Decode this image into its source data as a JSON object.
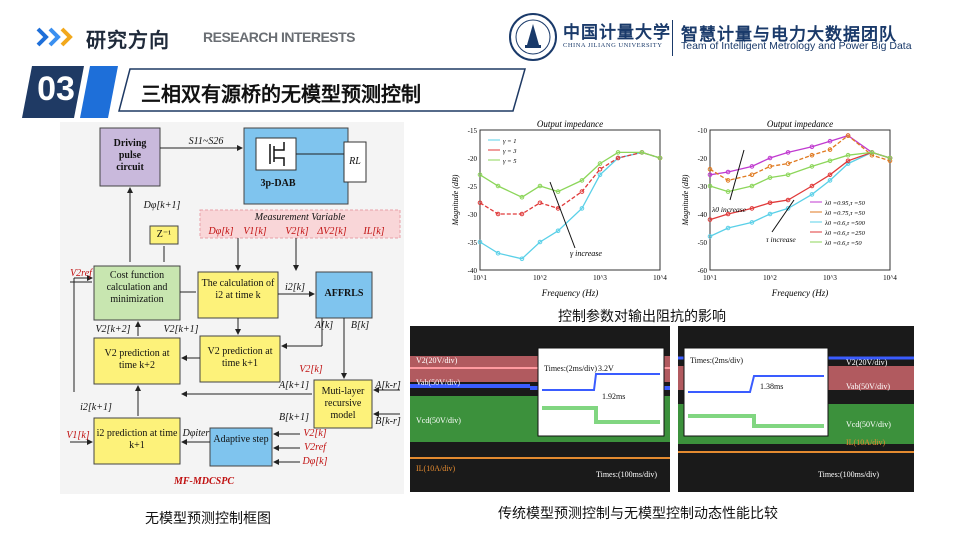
{
  "header": {
    "title": "研究方向",
    "subtitle": "RESEARCH INTERESTS",
    "chevrons": "»",
    "university_cn": "中国计量大学",
    "university_en": "CHINA JILIANG UNIVERSITY",
    "team_cn": "智慧计量与电力大数据团队",
    "team_en": "Team of Intelligent Metrology and Power Big Data"
  },
  "section": {
    "number": "03",
    "title": "三相双有源桥的无模型预测控制"
  },
  "colors": {
    "accent_blue": "#1e6fd9",
    "navy": "#1f3a64",
    "block_purple": "#c9b9dc",
    "block_green": "#c8e6b0",
    "block_yellow": "#fdf27a",
    "block_blue": "#7fc4ee",
    "measure_pink": "#f9d6d8"
  },
  "diagram": {
    "driving": "Driving pulse circuit",
    "switch_label": "S11~S26",
    "dab": "3p-DAB",
    "load": "RL",
    "d_label": "Dφ[k+1]",
    "z_block": "Z⁻¹",
    "measurement": "Measurement Variable",
    "measure_vars": [
      "Dφ[k]",
      "V1[k]",
      "V2[k]",
      "ΔV2[k]",
      "IL[k]"
    ],
    "cost": "Cost function calculation and minimization",
    "i2calc": "The calculation of i2 at time k",
    "i2k": "i2[k]",
    "affrls": "AFFRLS",
    "v2ref": "V2ref",
    "v2k2": "V2[k+2]",
    "v2k1": "V2[k+1]",
    "v2pred2": "V2 prediction at time k+2",
    "v2pred1": "V2 prediction at time k+1",
    "ak": "A[k]",
    "bk": "B[k]",
    "v2k_sig": "V2[k]",
    "ak1": "A[k+1]",
    "bk1": "B[k+1]",
    "multilayer": "Muti-layer recursive model",
    "akr": "A[k-r]",
    "bkr": "B[k-r]",
    "i2k1": "i2[k+1]",
    "v1k": "V1[k]",
    "i2pred": "i2 prediction at time k+1",
    "dphi_iter": "Dφiter",
    "adaptive": "Adaptive step",
    "adapt_inputs": [
      "V2[k]",
      "V2ref",
      "Dφ[k]"
    ],
    "footer_label": "MF-MDCSPC"
  },
  "chart_data": [
    {
      "type": "line",
      "title": "Output impedance",
      "xlabel": "Frequency (Hz)",
      "ylabel": "Magnitude (dB)",
      "x_log": true,
      "xlim": [
        10,
        10000
      ],
      "ylim": [
        -40,
        -15
      ],
      "x_ticks": [
        "10^1",
        "10^2",
        "10^3",
        "10^4"
      ],
      "y_ticks": [
        -15,
        -20,
        -25,
        -30,
        -35,
        -40
      ],
      "annotation": "γ increase",
      "x": [
        10,
        20,
        50,
        100,
        200,
        500,
        1000,
        2000,
        5000,
        10000
      ],
      "series": [
        {
          "name": "γ = 1",
          "color": "#5ad0e8",
          "values": [
            -35,
            -37,
            -38,
            -35,
            -33,
            -29,
            -23,
            -20,
            -19,
            -20
          ]
        },
        {
          "name": "γ = 3",
          "color": "#e03a3a",
          "values": [
            -28,
            -30,
            -30,
            -28,
            -29,
            -26,
            -22,
            -20,
            -19,
            -20
          ]
        },
        {
          "name": "γ = 5",
          "color": "#8cd65a",
          "values": [
            -23,
            -25,
            -27,
            -25,
            -26,
            -24,
            -21,
            -19,
            -19,
            -20
          ]
        }
      ]
    },
    {
      "type": "line",
      "title": "Output impedance",
      "xlabel": "Frequency (Hz)",
      "ylabel": "Magnitude (dB)",
      "x_log": true,
      "xlim": [
        10,
        10000
      ],
      "ylim": [
        -60,
        -10
      ],
      "x_ticks": [
        "10^1",
        "10^2",
        "10^3",
        "10^4"
      ],
      "y_ticks": [
        -10,
        -20,
        -30,
        -40,
        -50,
        -60
      ],
      "annotations": [
        "λ0 increase",
        "τ increase"
      ],
      "x": [
        10,
        20,
        50,
        100,
        200,
        500,
        1000,
        2000,
        5000,
        10000
      ],
      "series": [
        {
          "name": "λ0 =0.95,τ =50",
          "color": "#c03ad0",
          "values": [
            -26,
            -25,
            -23,
            -20,
            -18,
            -16,
            -14,
            -12,
            -18,
            -20
          ]
        },
        {
          "name": "λ0 =0.75,τ =50",
          "color": "#e07a20",
          "values": [
            -24,
            -28,
            -26,
            -23,
            -22,
            -19,
            -17,
            -12,
            -19,
            -21
          ]
        },
        {
          "name": "λ0 =0.6,τ =500",
          "color": "#5ad0e8",
          "values": [
            -48,
            -45,
            -43,
            -40,
            -38,
            -33,
            -28,
            -22,
            -18,
            -20
          ]
        },
        {
          "name": "λ0 =0.6,τ =250",
          "color": "#e03a3a",
          "values": [
            -42,
            -40,
            -38,
            -36,
            -35,
            -30,
            -26,
            -21,
            -18,
            -20
          ]
        },
        {
          "name": "λ0 =0.6,τ =50",
          "color": "#8cd65a",
          "values": [
            -30,
            -32,
            -30,
            -27,
            -26,
            -23,
            -21,
            -19,
            -18,
            -20
          ]
        }
      ]
    }
  ],
  "caption_top_right": "控制参数对输出阻抗的影响",
  "osc_left": {
    "labels": [
      "V2(20V/div)",
      "Vab(50V/div)",
      "Vcd(50V/div)",
      "IL(10A/div)"
    ],
    "time_zoom": "Times:(2ms/div)",
    "time_main": "Times:(100ms/div)",
    "delta_v": "3.2V",
    "delay": "1.92ms"
  },
  "osc_right": {
    "labels": [
      "V2(20V/div)",
      "Vab(50V/div)",
      "Vcd(50V/div)",
      "IL(10A/div)"
    ],
    "time_zoom": "Times:(2ms/div)",
    "time_main": "Times:(100ms/div)",
    "delay": "1.38ms"
  },
  "captions": {
    "left": "无模型预测控制框图",
    "right": "传统模型预测控制与无模型控制动态性能比较"
  }
}
